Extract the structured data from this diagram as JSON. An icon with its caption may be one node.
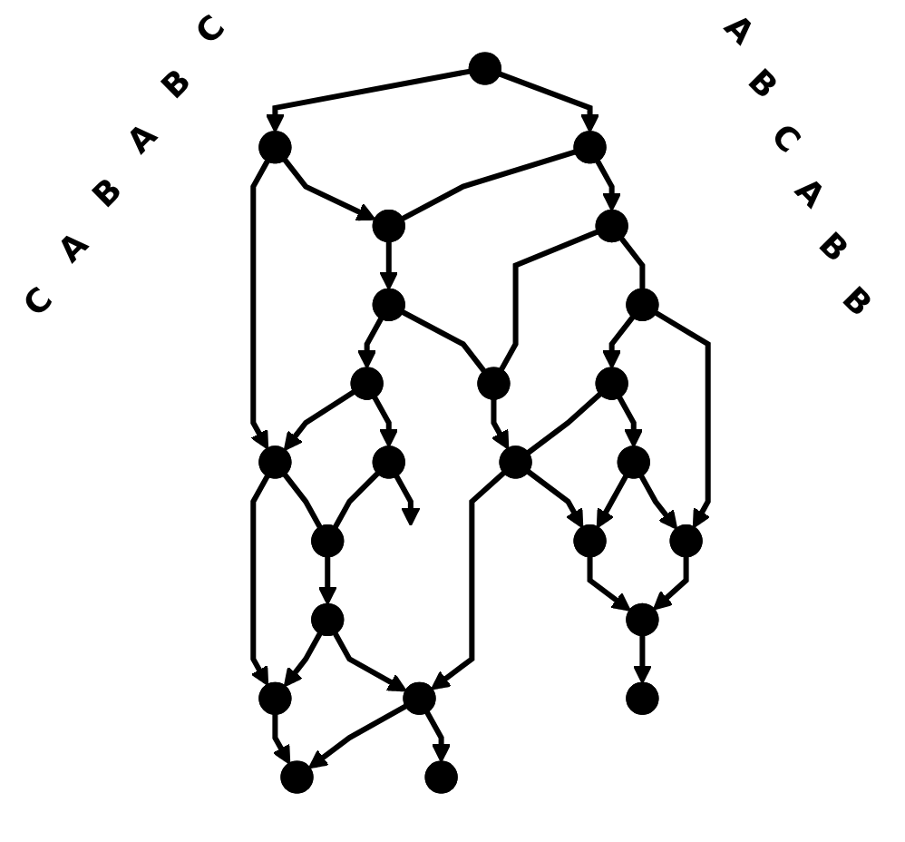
{
  "diagram": {
    "nodes": [
      {
        "text": [],
        "shape": "point"
      },
      {
        "text": [],
        "shape": "point"
      },
      {
        "text": [],
        "shape": "point"
      },
      {
        "text": [],
        "shape": "point"
      },
      {
        "text": [],
        "shape": "point"
      },
      {
        "text": [],
        "shape": "point"
      },
      {
        "text": [],
        "shape": "point"
      },
      {
        "text": [],
        "shape": "point"
      },
      {
        "text": [],
        "shape": "point"
      },
      {
        "text": [],
        "shape": "point"
      },
      {
        "text": [],
        "shape": "point"
      },
      {
        "text": [],
        "shape": "point"
      },
      {
        "text": [],
        "shape": "point"
      },
      {
        "text": [],
        "shape": "point"
      },
      {
        "text": [],
        "shape": "point"
      },
      {
        "text": [],
        "shape": "point"
      },
      {
        "text": [],
        "shape": "point"
      },
      {
        "text": [],
        "shape": "point"
      },
      {
        "text": [],
        "shape": "point"
      },
      {
        "text": [],
        "shape": "point"
      },
      {
        "text": [],
        "shape": "point"
      },
      {
        "text": [],
        "shape": "point"
      },
      {
        "text": [],
        "shape": "point"
      },
      {
        "text": [],
        "shape": "point"
      }
    ],
    "edges": [
      {
        "from": 0,
        "to": 1,
        "arrow": "to"
      },
      {
        "from": 0,
        "to": 2,
        "arrow": "to"
      },
      {
        "from": 1,
        "to": 8,
        "arrow": "to"
      },
      {
        "from": 1,
        "to": 3,
        "arrow": "to"
      },
      {
        "from": 2,
        "to": 3,
        "arrow": "none"
      },
      {
        "from": 2,
        "to": 5,
        "arrow": "to"
      },
      {
        "from": 3,
        "to": 4,
        "arrow": "to"
      },
      {
        "from": 4,
        "to": 6,
        "arrow": "to"
      },
      {
        "from": 4,
        "to": 7,
        "arrow": "none"
      },
      {
        "from": 5,
        "to": 7,
        "arrow": "none"
      },
      {
        "from": 5,
        "to": 11,
        "arrow": "none"
      },
      {
        "from": 6,
        "to": 8,
        "arrow": "to"
      },
      {
        "from": 6,
        "to": 9,
        "arrow": "to"
      },
      {
        "from": 7,
        "to": 14,
        "arrow": "to"
      },
      {
        "from": 8,
        "to": 16,
        "arrow": "to"
      },
      {
        "from": 8,
        "to": 10,
        "arrow": "none"
      },
      {
        "from": 9,
        "to": 10,
        "arrow": "none"
      },
      {
        "from": 9,
        "to": null,
        "arrow": "to"
      },
      {
        "from": 10,
        "to": 13,
        "arrow": "to"
      },
      {
        "from": 11,
        "to": 12,
        "arrow": "to"
      },
      {
        "from": 11,
        "to": 19,
        "arrow": "to"
      },
      {
        "from": 12,
        "to": 14,
        "arrow": "none"
      },
      {
        "from": 12,
        "to": 15,
        "arrow": "to"
      },
      {
        "from": 13,
        "to": 16,
        "arrow": "to"
      },
      {
        "from": 13,
        "to": 17,
        "arrow": "to"
      },
      {
        "from": 14,
        "to": 17,
        "arrow": "to"
      },
      {
        "from": 14,
        "to": 18,
        "arrow": "to"
      },
      {
        "from": 15,
        "to": 18,
        "arrow": "to"
      },
      {
        "from": 15,
        "to": 19,
        "arrow": "to"
      },
      {
        "from": 16,
        "to": 20,
        "arrow": "to"
      },
      {
        "from": 17,
        "to": 20,
        "arrow": "to"
      },
      {
        "from": 17,
        "to": 21,
        "arrow": "to"
      },
      {
        "from": 18,
        "to": 22,
        "arrow": "to"
      },
      {
        "from": 19,
        "to": 22,
        "arrow": "to"
      },
      {
        "from": 22,
        "to": 23,
        "arrow": "to"
      }
    ],
    "labels": [
      "C",
      "B",
      "A",
      "B",
      "A",
      "C",
      "A",
      "B",
      "C",
      "A",
      "B",
      "B"
    ]
  }
}
